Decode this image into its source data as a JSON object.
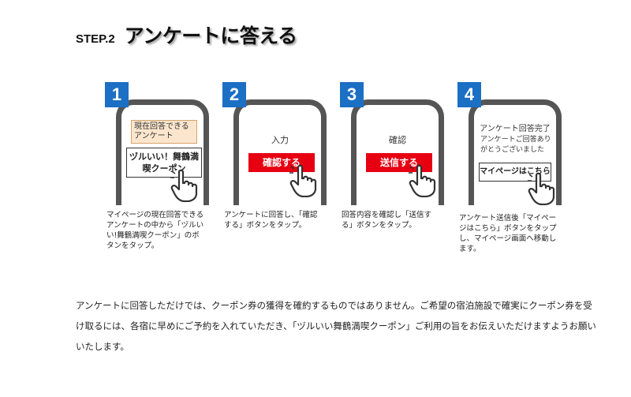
{
  "header": {
    "step_label": "STEP.2",
    "title": "アンケートに答える"
  },
  "steps": [
    {
      "number": "1",
      "info_box": "現在回答できるアンケート",
      "coupon": "ヅルいい！舞鶴満喫クーポン",
      "caption": "マイページの現在回答できるアンケートの中から「ヅルいい!舞鶴満喫クーポン」のボタンをタップ。"
    },
    {
      "number": "2",
      "screen_label": "入力",
      "button": "確認する",
      "caption": "アンケートに回答し、「確認する」ボタンをタップ。"
    },
    {
      "number": "3",
      "screen_label": "確認",
      "button": "送信する",
      "caption": "回答内容を確認し「送信する」ボタンをタップ。"
    },
    {
      "number": "4",
      "screen_label": "アンケート回答完了",
      "message": "アンケートご回答ありがとうございました",
      "button": "マイページはこちら",
      "caption": "アンケート送信後「マイページはこちら」ボタンをタップし、マイページ画面へ移動します。"
    }
  ],
  "note": "アンケートに回答しただけでは、クーポン券の獲得を確約するものではありません。ご希望の宿泊施設で確実にクーポン券を受け取るには、各宿に早めにご予約を入れていただき、「ヅルいい舞鶴満喫クーポン」ご利用の旨をお伝えいただけますようお願いいたします。",
  "colors": {
    "badge": "#1b6fc4",
    "button_red": "#e60012",
    "phone_frame": "#555555",
    "info_box_bg": "#fbe6cd"
  }
}
